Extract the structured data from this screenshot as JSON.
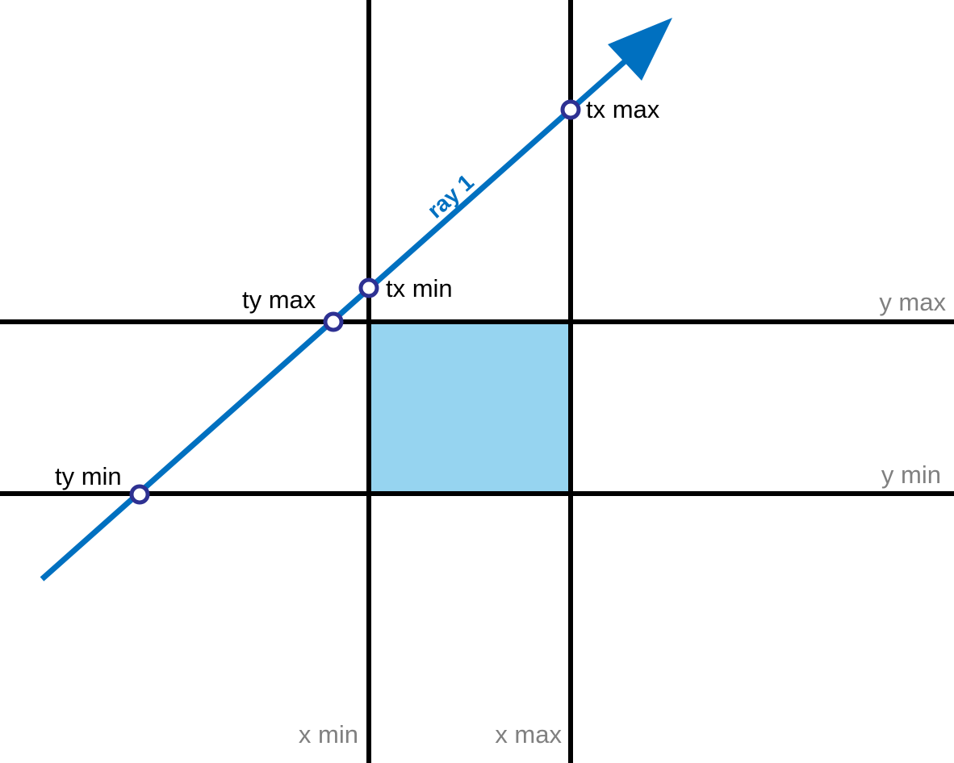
{
  "colors": {
    "grid_line": "#000000",
    "box_fill": "#96d4f0",
    "ray": "#0070c0",
    "marker": "#2e3192",
    "axis_label": "#808080",
    "point_label": "#000000"
  },
  "grid": {
    "x_min_label": "x min",
    "x_max_label": "x max",
    "y_min_label": "y min",
    "y_max_label": "y max"
  },
  "ray": {
    "label": "ray 1"
  },
  "intersections": {
    "tx_min": "tx min",
    "tx_max": "tx max",
    "ty_min": "ty min",
    "ty_max": "ty max"
  }
}
